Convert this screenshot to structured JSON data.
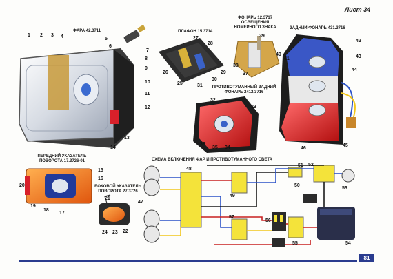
{
  "sheet": "Лист 34",
  "page_number": "81",
  "titles": {
    "headlamp": "ФАРА 42.3711",
    "ceiling_lamp": "ПЛАФОН 15.3714",
    "plate_lamp": [
      "ФОНАРЬ 12.3717",
      "ОСВЕЩЕНИЯ",
      "НОМЕРНОГО ЗНАКА"
    ],
    "rear_lamp": "ЗАДНИЙ ФОНАРЬ 431.3716",
    "rear_fog": [
      "ПРОТИВОТУМАННЫЙ ЗАДНИЙ",
      "ФОНАРЬ 2412.3716"
    ],
    "front_indicator": [
      "ПЕРЕДНИЙ УКАЗАТЕЛЬ",
      "ПОВОРОТА 17.3726-01"
    ],
    "side_indicator": [
      "БОКОВОЙ УКАЗАТЕЛЬ",
      "ПОВОРОТА 27.3726"
    ],
    "scheme": "СХЕМА ВКЛЮЧЕНИЯ ФАР И ПРОТИВОТУМАННОГО СВЕТА"
  },
  "callouts": {
    "n1": "1",
    "n2": "2",
    "n3": "3",
    "n4": "4",
    "n5": "5",
    "n6": "6",
    "n7": "7",
    "n8": "8",
    "n9": "9",
    "n10": "10",
    "n11": "11",
    "n12": "12",
    "n13": "13",
    "n14": "14",
    "n15": "15",
    "n16": "16",
    "n17": "17",
    "n18": "18",
    "n19": "19",
    "n20": "20",
    "n21": "21",
    "n22": "22",
    "n23": "23",
    "n24": "24",
    "n25": "25",
    "n26": "26",
    "n27": "27",
    "n28": "28",
    "n29": "29",
    "n30": "30",
    "n31": "31",
    "n32": "32",
    "n33": "33",
    "n34": "34",
    "n35": "35",
    "n36": "36",
    "n37": "37",
    "n38": "38",
    "n39": "39",
    "n40": "40",
    "n41": "41",
    "n42": "42",
    "n43": "43",
    "n44": "44",
    "n45": "45",
    "n46": "46",
    "n47": "47",
    "n48": "48",
    "n49": "49",
    "n50": "50",
    "n51": "51",
    "n52": "52",
    "n53": "53",
    "n54": "54",
    "n55": "55",
    "n56": "56",
    "n57": "57"
  },
  "colors": {
    "accent_blue": "#2a3c8f",
    "lamp_red": "#d8202a",
    "lamp_orange": "#f07a1a",
    "relay_yellow": "#f4e33a",
    "wire_blue": "#2b52c8",
    "wire_red": "#c82020",
    "housing_dark": "#2b2b2b"
  }
}
